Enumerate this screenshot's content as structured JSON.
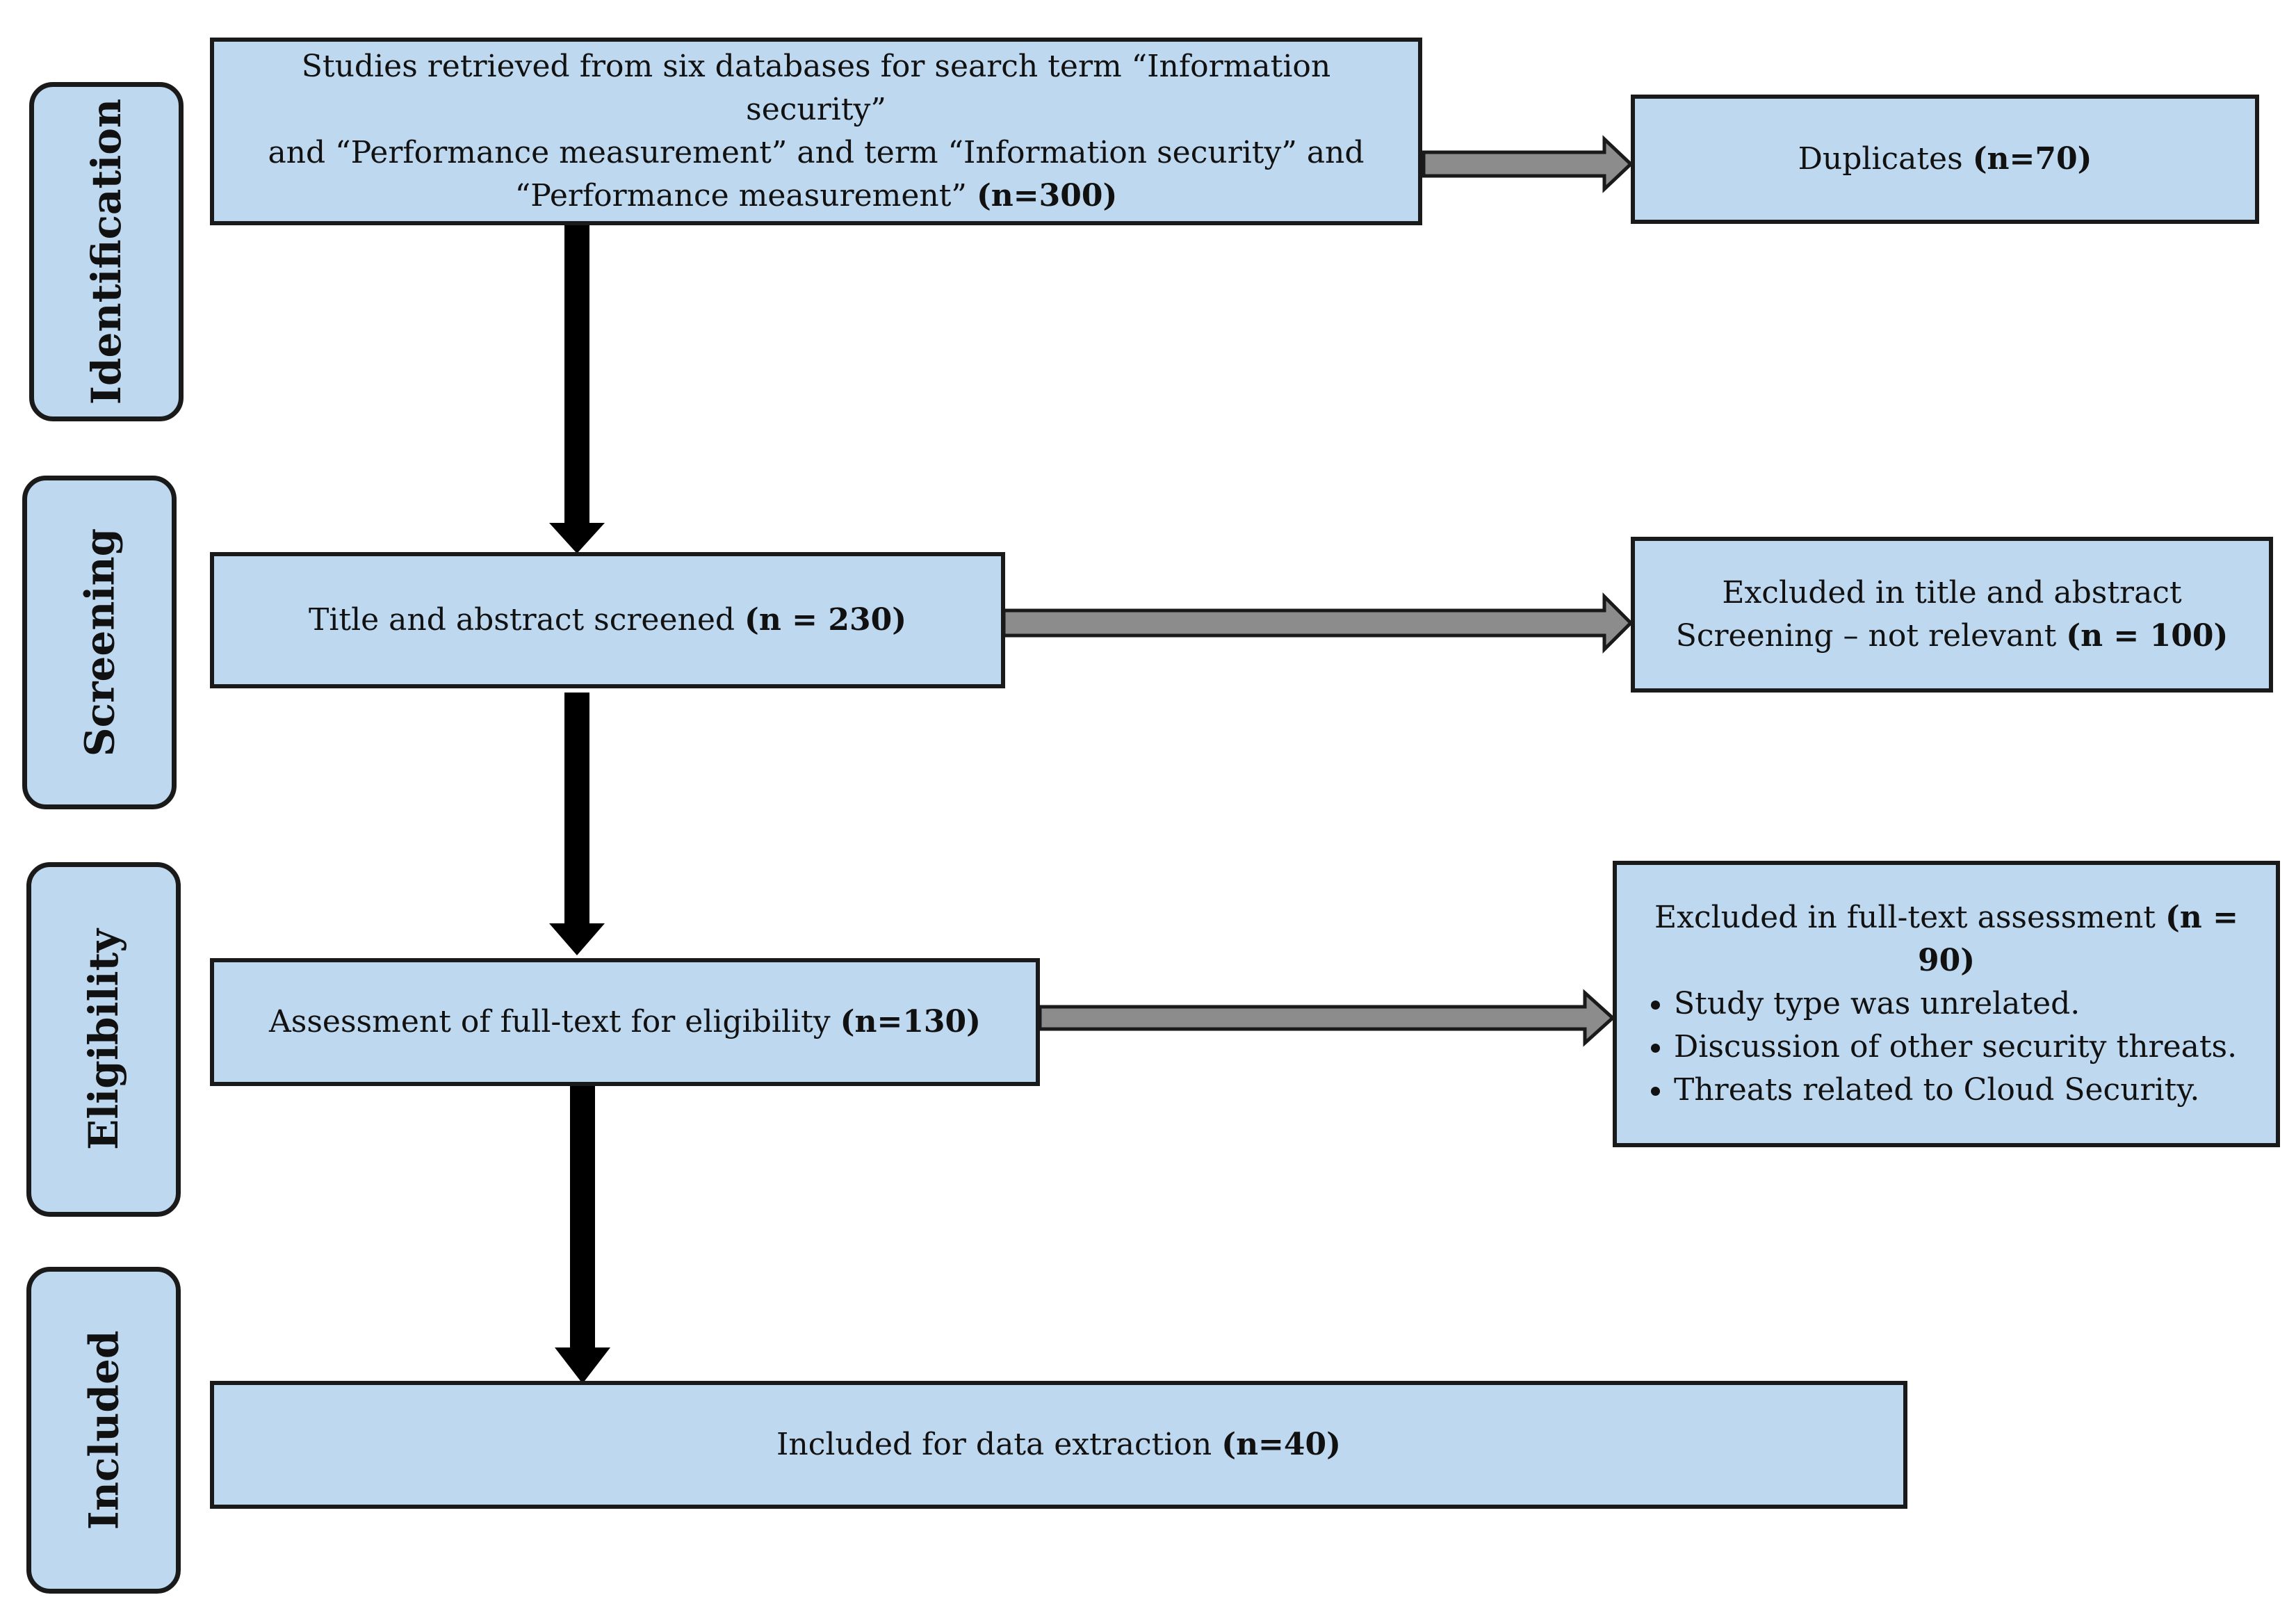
{
  "stages": [
    {
      "label": "Identification"
    },
    {
      "label": "Screening"
    },
    {
      "label": "Eligibility"
    },
    {
      "label": "Included"
    }
  ],
  "boxes": {
    "retrieved": {
      "line1": "Studies retrieved from six databases for search term “Information security”",
      "line2": "and “Performance measurement” and term “Information security” and",
      "line3": "“Performance measurement”",
      "count": "(n=300)"
    },
    "duplicates": {
      "text": "Duplicates",
      "count": "(n=70)"
    },
    "screened": {
      "text": "Title and abstract screened",
      "count": "(n = 230)"
    },
    "excluded_screening": {
      "line1": "Excluded in title and abstract",
      "line2": "Screening – not relevant",
      "count": "(n = 100)"
    },
    "fulltext": {
      "text": "Assessment of full-text for eligibility",
      "count": "(n=130)"
    },
    "excluded_fulltext": {
      "line1": "Excluded in full-text assessment",
      "count_part1": "(n =",
      "count_part2": "90)",
      "reasons": [
        "Study type was unrelated.",
        "Discussion of other security threats.",
        "Threats related to Cloud Security."
      ]
    },
    "included": {
      "text": "Included for data extraction",
      "count": "(n=40)"
    }
  },
  "colors": {
    "box_fill": "#bed8ef",
    "border": "#1a1a1a",
    "down_arrow": "#000000",
    "side_arrow": "#8c8c8c"
  }
}
